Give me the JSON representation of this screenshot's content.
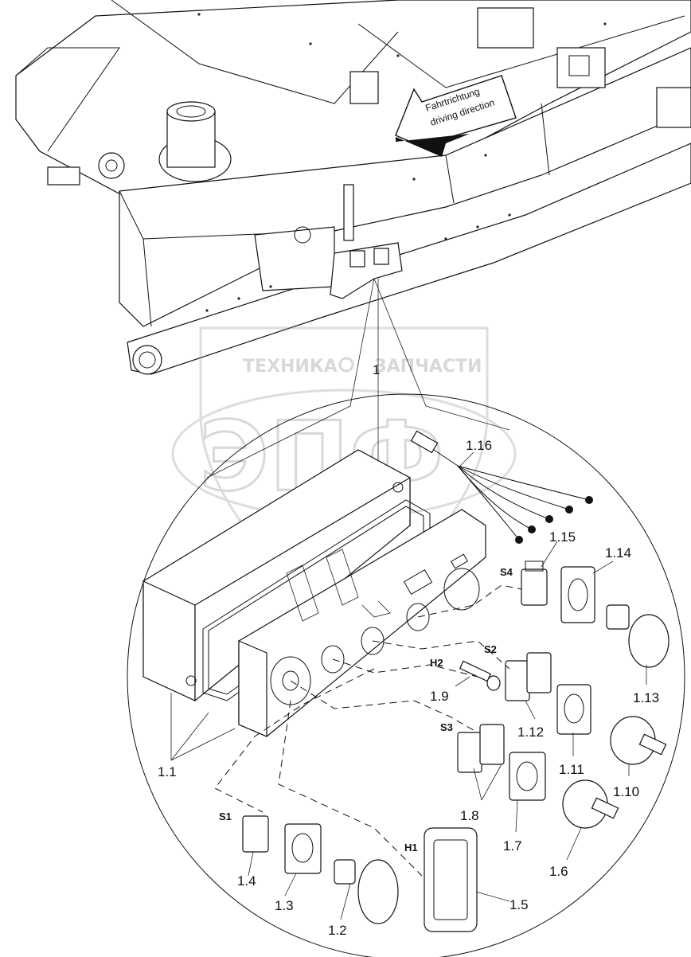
{
  "direction_arrow": {
    "line1": "Fahrtrichtung",
    "line2": "driving direction"
  },
  "watermark": {
    "top_left": "ТЕХНИКА",
    "top_right": "ЗАПЧАСТИ",
    "big": "ЭПФ"
  },
  "callouts": {
    "c1": "1",
    "c1_16": "1.16",
    "c1_15": "1.15",
    "c1_14": "1.14",
    "c1_13": "1.13",
    "c1_12": "1.12",
    "c1_11": "1.11",
    "c1_10": "1.10",
    "c1_9": "1.9",
    "c1_8": "1.8",
    "c1_7": "1.7",
    "c1_6": "1.6",
    "c1_5": "1.5",
    "c1_4": "1.4",
    "c1_3": "1.3",
    "c1_2": "1.2",
    "c1_1": "1.1"
  },
  "switch_labels": {
    "s1": "S1",
    "s2": "S2",
    "s3": "S3",
    "s4": "S4",
    "h1": "H1",
    "h2": "H2"
  }
}
